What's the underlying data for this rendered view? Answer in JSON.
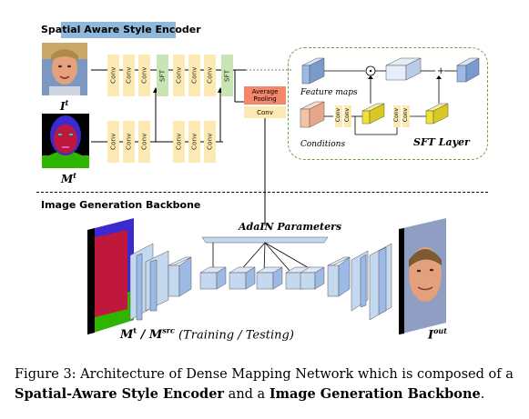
{
  "encoder": {
    "title": "Spatial Aware Style Encoder",
    "conv_label": "Conv",
    "sft_label": "SFT",
    "avg_pooling": "Average Pooling",
    "conv_small": "Conv",
    "input_image_label": "I",
    "input_image_sup": "t",
    "input_mask_label": "M",
    "input_mask_sup": "t"
  },
  "sft_detail": {
    "feature_maps": "Feature maps",
    "conditions": "Conditions",
    "layer_title": "SFT Layer",
    "multiply_symbol": "⊙",
    "add_symbol": "+"
  },
  "backbone": {
    "title": "Image Generation Backbone",
    "adain": "AdaIN Parameters",
    "input_label": "M",
    "input_sup": "t",
    "input_sep": " / M",
    "input_sup2": "src",
    "input_mode": " (Training / Testing)",
    "output_label": "I",
    "output_sup": "out"
  },
  "caption": {
    "prefix": "Figure 3:",
    "text1": " Architecture of Dense Mapping Network which is composed of a ",
    "bold1": "Spatial-Aware Style Encoder",
    "text2": " and a ",
    "bold2": "Image Generation Backbone",
    "text3": "."
  },
  "colors": {
    "conv_fill": "#fdeab2",
    "sft_fill": "#c9e5b4",
    "pool_fill": "#f4866a",
    "feature_block": "#9db9e6",
    "condition_block": "#f3c3a8",
    "sft_block": "#efe13a",
    "backbone_block": "#c4d8ef",
    "highlight": "#8eb8dc",
    "dashed_green": "#6b9e4b"
  }
}
